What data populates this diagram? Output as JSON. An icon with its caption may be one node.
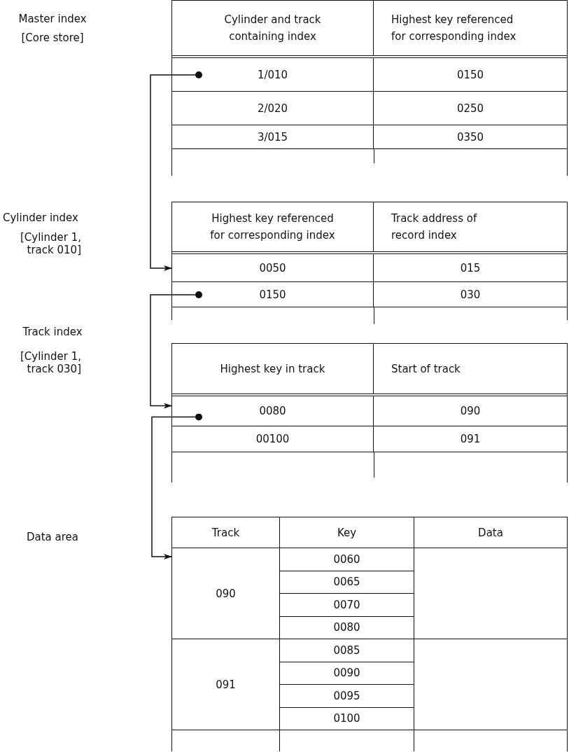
{
  "diagram": {
    "nodes": [
      {
        "text": [],
        "shape": "box"
      },
      {
        "text": [
          "Cylinder and track containing index",
          "Highest key referenced for corresponding index"
        ],
        "in": 0
      },
      {
        "text": [
          "1/010",
          "0150"
        ],
        "in": 0
      },
      {
        "text": [
          "2/020",
          "0250"
        ],
        "in": 0
      },
      {
        "text": [
          "3/015",
          "0350"
        ],
        "in": 0
      },
      {
        "text": [],
        "shape": "box"
      },
      {
        "text": [
          "Highest key referenced for corresponding index",
          "Track address of record index"
        ],
        "in": 5
      },
      {
        "text": [
          "0050",
          "015"
        ],
        "in": 5
      },
      {
        "text": [
          "0150",
          "030"
        ],
        "in": 5
      },
      {
        "text": [],
        "shape": "box"
      },
      {
        "text": [
          "Highest key in track",
          "Start of track"
        ],
        "in": 9
      },
      {
        "text": [
          "0080",
          "090"
        ],
        "in": 9
      },
      {
        "text": [
          "00100",
          "091"
        ],
        "in": 9
      },
      {
        "text": [],
        "shape": "box"
      },
      {
        "text": [
          "Track",
          "Key",
          "Data"
        ],
        "in": 13
      },
      {
        "text": [
          "090"
        ],
        "in": 13
      },
      {
        "text": [
          "0060"
        ],
        "in": 13
      },
      {
        "text": [
          "0065"
        ],
        "in": 13
      },
      {
        "text": [
          "0070"
        ],
        "in": 13
      },
      {
        "text": [
          "0080"
        ],
        "in": 13
      },
      {
        "text": [
          "091"
        ],
        "in": 13
      },
      {
        "text": [
          "0085"
        ],
        "in": 13
      },
      {
        "text": [
          "0090"
        ],
        "in": 13
      },
      {
        "text": [
          "0095"
        ],
        "in": 13
      },
      {
        "text": [
          "0100"
        ],
        "in": 13
      }
    ],
    "edges": [
      {
        "from": 2,
        "to": 7,
        "arrow": "to"
      },
      {
        "from": 8,
        "to": 11,
        "arrow": "to"
      },
      {
        "from": 11,
        "to": 15,
        "arrow": "to"
      }
    ],
    "labels": [
      "Master index",
      "[Core store]",
      "Cylinder index",
      "[Cylinder 1, track 010]",
      "Track index",
      "[Cylinder 1, track 030]",
      "Data area"
    ]
  }
}
